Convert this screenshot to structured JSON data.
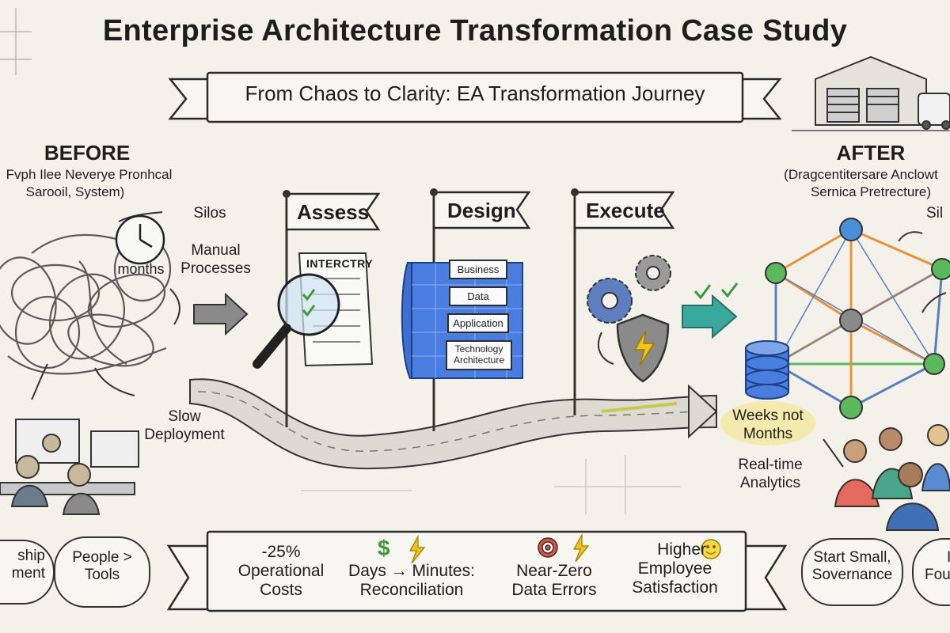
{
  "title": "Enterprise Architecture Transformation Case Study",
  "subtitle": "From Chaos to Clarity: EA Transformation Journey",
  "before": {
    "heading": "BEFORE",
    "description_line1": "Fvph Ilee Neverye Pronhcal",
    "description_line2": "Sarooil, System)",
    "silos": "Silos",
    "months": "months",
    "manual_line1": "Manual",
    "manual_line2": "Processes",
    "slow_line1": "Slow",
    "slow_line2": "Deployment"
  },
  "phases": {
    "assess": "Assess",
    "design": "Design",
    "execute": "Execute",
    "document_title": "INTERCTRY",
    "layers": [
      "Business",
      "Data",
      "Application",
      "Technology Architecture"
    ]
  },
  "after": {
    "heading": "AFTER",
    "description_line1": "(Dragcentitersare Anclowt",
    "description_line2": "Sernica Pretrecture)",
    "silos_partial": "Sil",
    "weeks_line1": "Weeks not",
    "weeks_line2": "Months",
    "realtime_line1": "Real-time",
    "realtime_line2": "Analytics"
  },
  "metrics": [
    {
      "line1": "-25%",
      "line2": "Operational",
      "line3": "Costs"
    },
    {
      "icons": "dollar-lightning",
      "line1": "Days → Minutes:",
      "line2": "Reconciliation"
    },
    {
      "icons": "target-lightning",
      "line1": "Near-Zero",
      "line2": "Data Errors"
    },
    {
      "line1": "Higher",
      "line2": "Employee",
      "line3": "Satisfaction"
    }
  ],
  "bubbles": {
    "left_partial_line1": "ship",
    "left_partial_line2": "ment",
    "people_line1": "People >",
    "people_line2": "Tools",
    "start_line1": "Start Small,",
    "start_line2": "Sovernance",
    "right_partial_line1": "I",
    "right_partial_line2": "Fou"
  },
  "colors": {
    "background": "#f3f1ea",
    "ink": "#1e1e1e",
    "blueprint": "#3e6fd1",
    "node_blue": "#4a90d9",
    "node_green": "#5cb85c",
    "node_orange": "#e8913a",
    "teal_arrow": "#3aa89c",
    "highlight_yellow": "#f5e37a"
  }
}
